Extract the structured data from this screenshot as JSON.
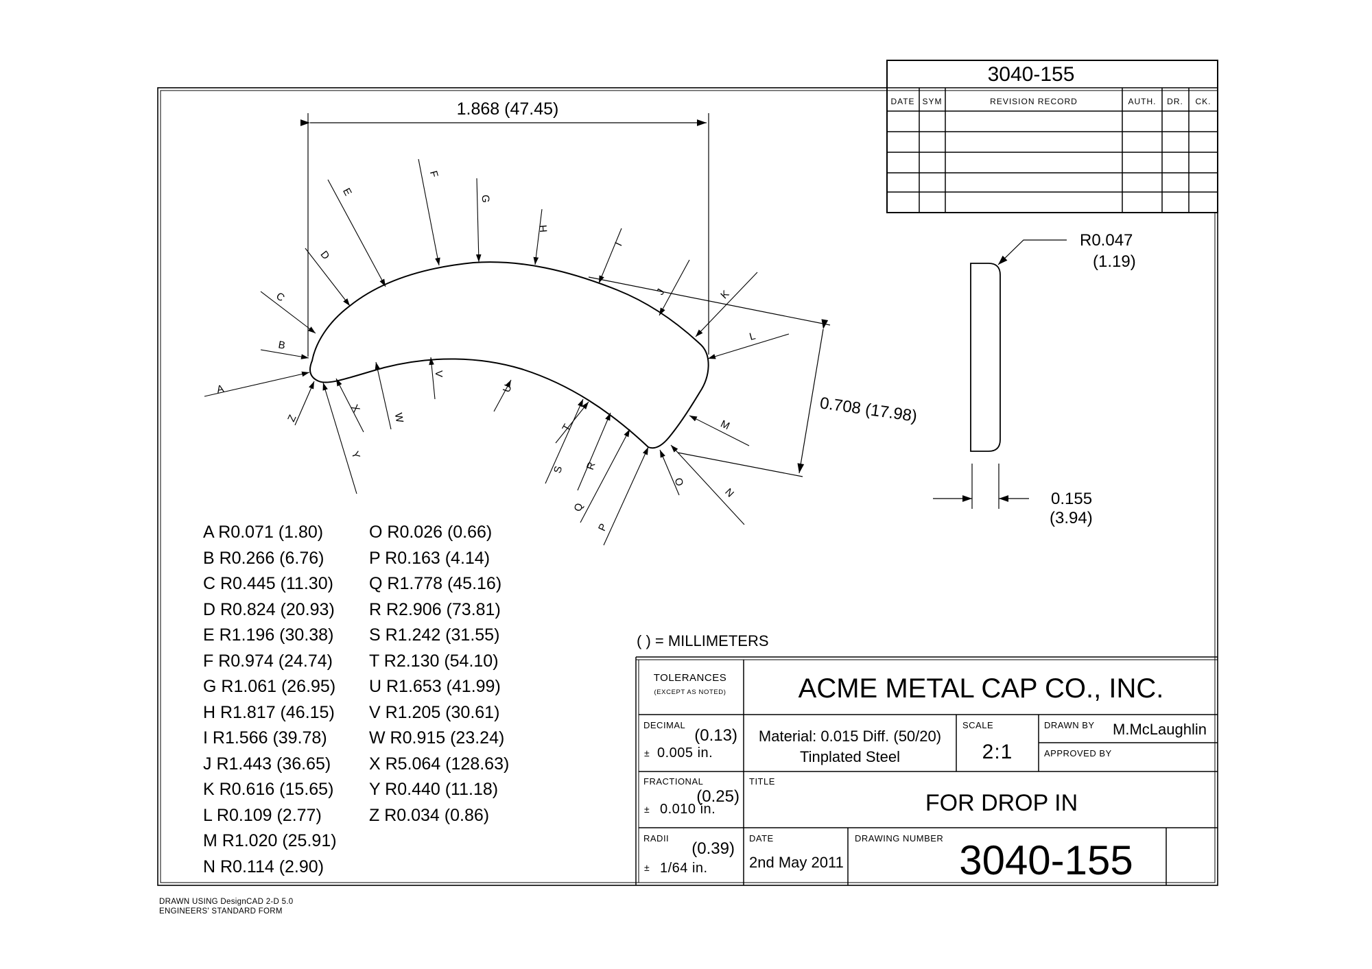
{
  "revision_block": {
    "part_number": "3040-155",
    "headers": [
      "DATE",
      "SYM",
      "REVISION RECORD",
      "AUTH.",
      "DR.",
      "CK."
    ]
  },
  "dimensions": {
    "overall_width": "1.868 (47.45)",
    "overall_height": "0.708 (17.98)",
    "edge_radius_in": "R0.047",
    "edge_radius_mm": "(1.19)",
    "thickness_in": "0.155",
    "thickness_mm": "(3.94)"
  },
  "radius_letters": [
    "A",
    "B",
    "C",
    "D",
    "E",
    "F",
    "G",
    "H",
    "I",
    "J",
    "K",
    "L",
    "M",
    "N",
    "O",
    "P",
    "Q",
    "R",
    "S",
    "T",
    "U",
    "V",
    "W",
    "X",
    "Y",
    "Z"
  ],
  "radius_legend": {
    "left": [
      "A R0.071 (1.80)",
      "B R0.266 (6.76)",
      "C R0.445 (11.30)",
      "D R0.824 (20.93)",
      "E R1.196 (30.38)",
      "F R0.974 (24.74)",
      "G R1.061 (26.95)",
      "H R1.817 (46.15)",
      "I R1.566 (39.78)",
      "J R1.443 (36.65)",
      "K R0.616 (15.65)",
      "L R0.109 (2.77)",
      "M R1.020 (25.91)",
      "N R0.114 (2.90)"
    ],
    "right": [
      "O R0.026 (0.66)",
      "P R0.163 (4.14)",
      "Q R1.778 (45.16)",
      "R R2.906 (73.81)",
      "S R1.242 (31.55)",
      "T R2.130 (54.10)",
      "U R1.653 (41.99)",
      "V R1.205 (30.61)",
      "W R0.915 (23.24)",
      "X R5.064 (128.63)",
      "Y R0.440 (11.18)",
      "Z R0.034 (0.86)"
    ]
  },
  "units_note": "( ) = MILLIMETERS",
  "title_block": {
    "tolerances_label": "TOLERANCES",
    "tolerances_sub": "(EXCEPT AS NOTED)",
    "company": "ACME METAL CAP CO., INC.",
    "decimal_label": "DECIMAL",
    "decimal_mm": "(0.13)",
    "decimal_pm": "±",
    "decimal_value": "0.005 in.",
    "material_line1": "Material: 0.015 Diff. (50/20)",
    "material_line2": "Tinplated Steel",
    "scale_label": "SCALE",
    "scale": "2:1",
    "drawn_by_label": "DRAWN BY",
    "drawn_by": "M.McLaughlin",
    "approved_by_label": "APPROVED BY",
    "fractional_label": "FRACTIONAL",
    "fractional_mm": "(0.25)",
    "fractional_pm": "±",
    "fractional_value": "0.010 in.",
    "title_label": "TITLE",
    "title": "FOR DROP IN",
    "radii_label": "RADII",
    "radii_mm": "(0.39)",
    "radii_pm": "±",
    "radii_value": "1/64 in.",
    "date_label": "DATE",
    "date": "2nd May 2011",
    "drawing_number_label": "DRAWING NUMBER",
    "drawing_number": "3040-155"
  },
  "footer": {
    "line1": "DRAWN USING DesignCAD 2-D 5.0",
    "line2": "ENGINEERS' STANDARD FORM"
  }
}
